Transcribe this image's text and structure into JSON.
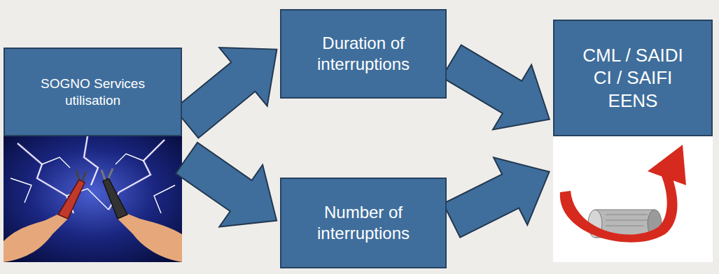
{
  "diagram": {
    "nodes": [
      {
        "text": [
          "SOGNO Services utilisation"
        ]
      },
      {
        "text": [
          "Duration of interruptions"
        ]
      },
      {
        "text": [
          "Number of interruptions"
        ]
      },
      {
        "text": [
          "CML / SAIDI CI / SAIFI EENS"
        ]
      }
    ],
    "edges": [
      {
        "from": 0,
        "to": 1,
        "arrow": "to"
      },
      {
        "from": 0,
        "to": 2,
        "arrow": "to"
      },
      {
        "from": 1,
        "to": 3,
        "arrow": "to"
      },
      {
        "from": 2,
        "to": 3,
        "arrow": "to"
      }
    ]
  }
}
